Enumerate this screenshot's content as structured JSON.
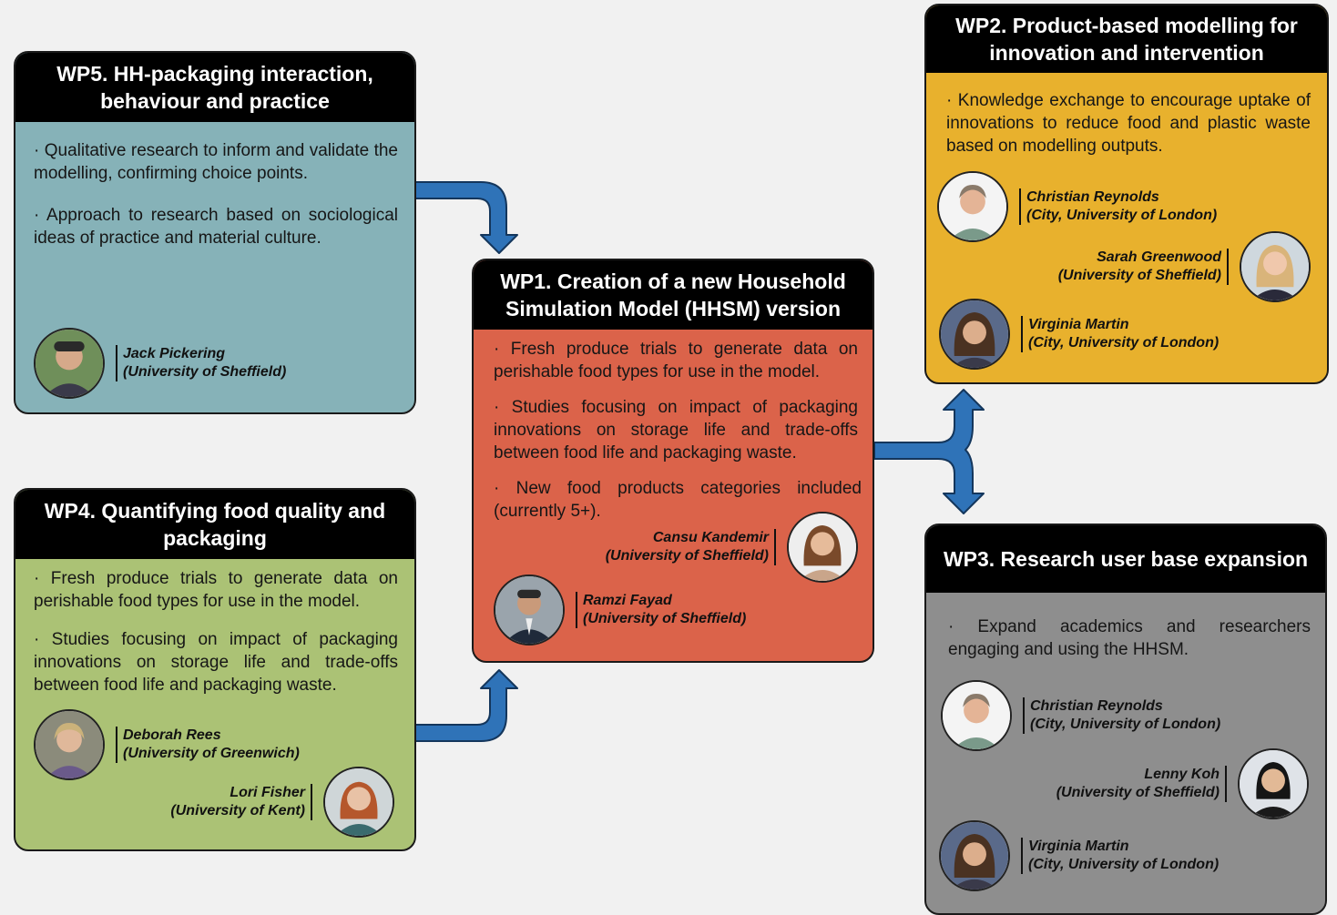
{
  "colors": {
    "wp5": "#86b2b8",
    "wp4": "#abc275",
    "wp1": "#db634a",
    "wp2": "#e8b12d",
    "wp3": "#8e8e8e",
    "arrow": "#2f73b8",
    "header": "#000000"
  },
  "icons": {
    "avatar": "person-photo-icon",
    "arrow": "flow-arrow-icon"
  },
  "wp5": {
    "title": "WP5. HH-packaging interaction, behaviour and practice",
    "bullets": [
      "· Qualitative research to inform and validate the modelling, confirming choice points.",
      "· Approach to research based on sociological ideas of practice and material culture."
    ],
    "people": [
      {
        "name": "Jack Pickering",
        "affiliation": "(University of Sheffield)"
      }
    ]
  },
  "wp4": {
    "title": "WP4. Quantifying food quality and packaging",
    "bullets": [
      "· Fresh produce trials to generate data on perishable food types for use in the model.",
      "· Studies focusing on impact of packaging innovations on storage life and trade-offs between food life and packaging waste."
    ],
    "people": [
      {
        "name": "Deborah Rees",
        "affiliation": "(University of Greenwich)"
      },
      {
        "name": "Lori Fisher",
        "affiliation": "(University of Kent)"
      }
    ]
  },
  "wp1": {
    "title": "WP1. Creation of a new Household Simulation Model (HHSM) version",
    "bullets": [
      "· Fresh produce trials to generate data on perishable food types for use in the model.",
      "· Studies focusing on impact of packaging innovations on storage life and trade-offs between food life and packaging waste.",
      "· New food products categories included (currently 5+)."
    ],
    "people": [
      {
        "name": "Cansu Kandemir",
        "affiliation": "(University of Sheffield)"
      },
      {
        "name": "Ramzi Fayad",
        "affiliation": "(University of Sheffield)"
      }
    ]
  },
  "wp2": {
    "title": "WP2. Product-based modelling for innovation and intervention",
    "bullets": [
      "· Knowledge exchange to encourage uptake of innovations to reduce food and plastic waste based on modelling outputs."
    ],
    "people": [
      {
        "name": "Christian Reynolds",
        "affiliation": "(City, University of London)"
      },
      {
        "name": "Sarah Greenwood",
        "affiliation": "(University of Sheffield)"
      },
      {
        "name": "Virginia Martin",
        "affiliation": "(City, University of London)"
      }
    ]
  },
  "wp3": {
    "title": "WP3. Research user base expansion",
    "bullets": [
      "· Expand academics and researchers engaging and using the HHSM."
    ],
    "people": [
      {
        "name": "Christian Reynolds",
        "affiliation": "(City, University of London)"
      },
      {
        "name": "Lenny Koh",
        "affiliation": "(University of Sheffield)"
      },
      {
        "name": "Virginia Martin",
        "affiliation": "(City, University of London)"
      }
    ]
  }
}
